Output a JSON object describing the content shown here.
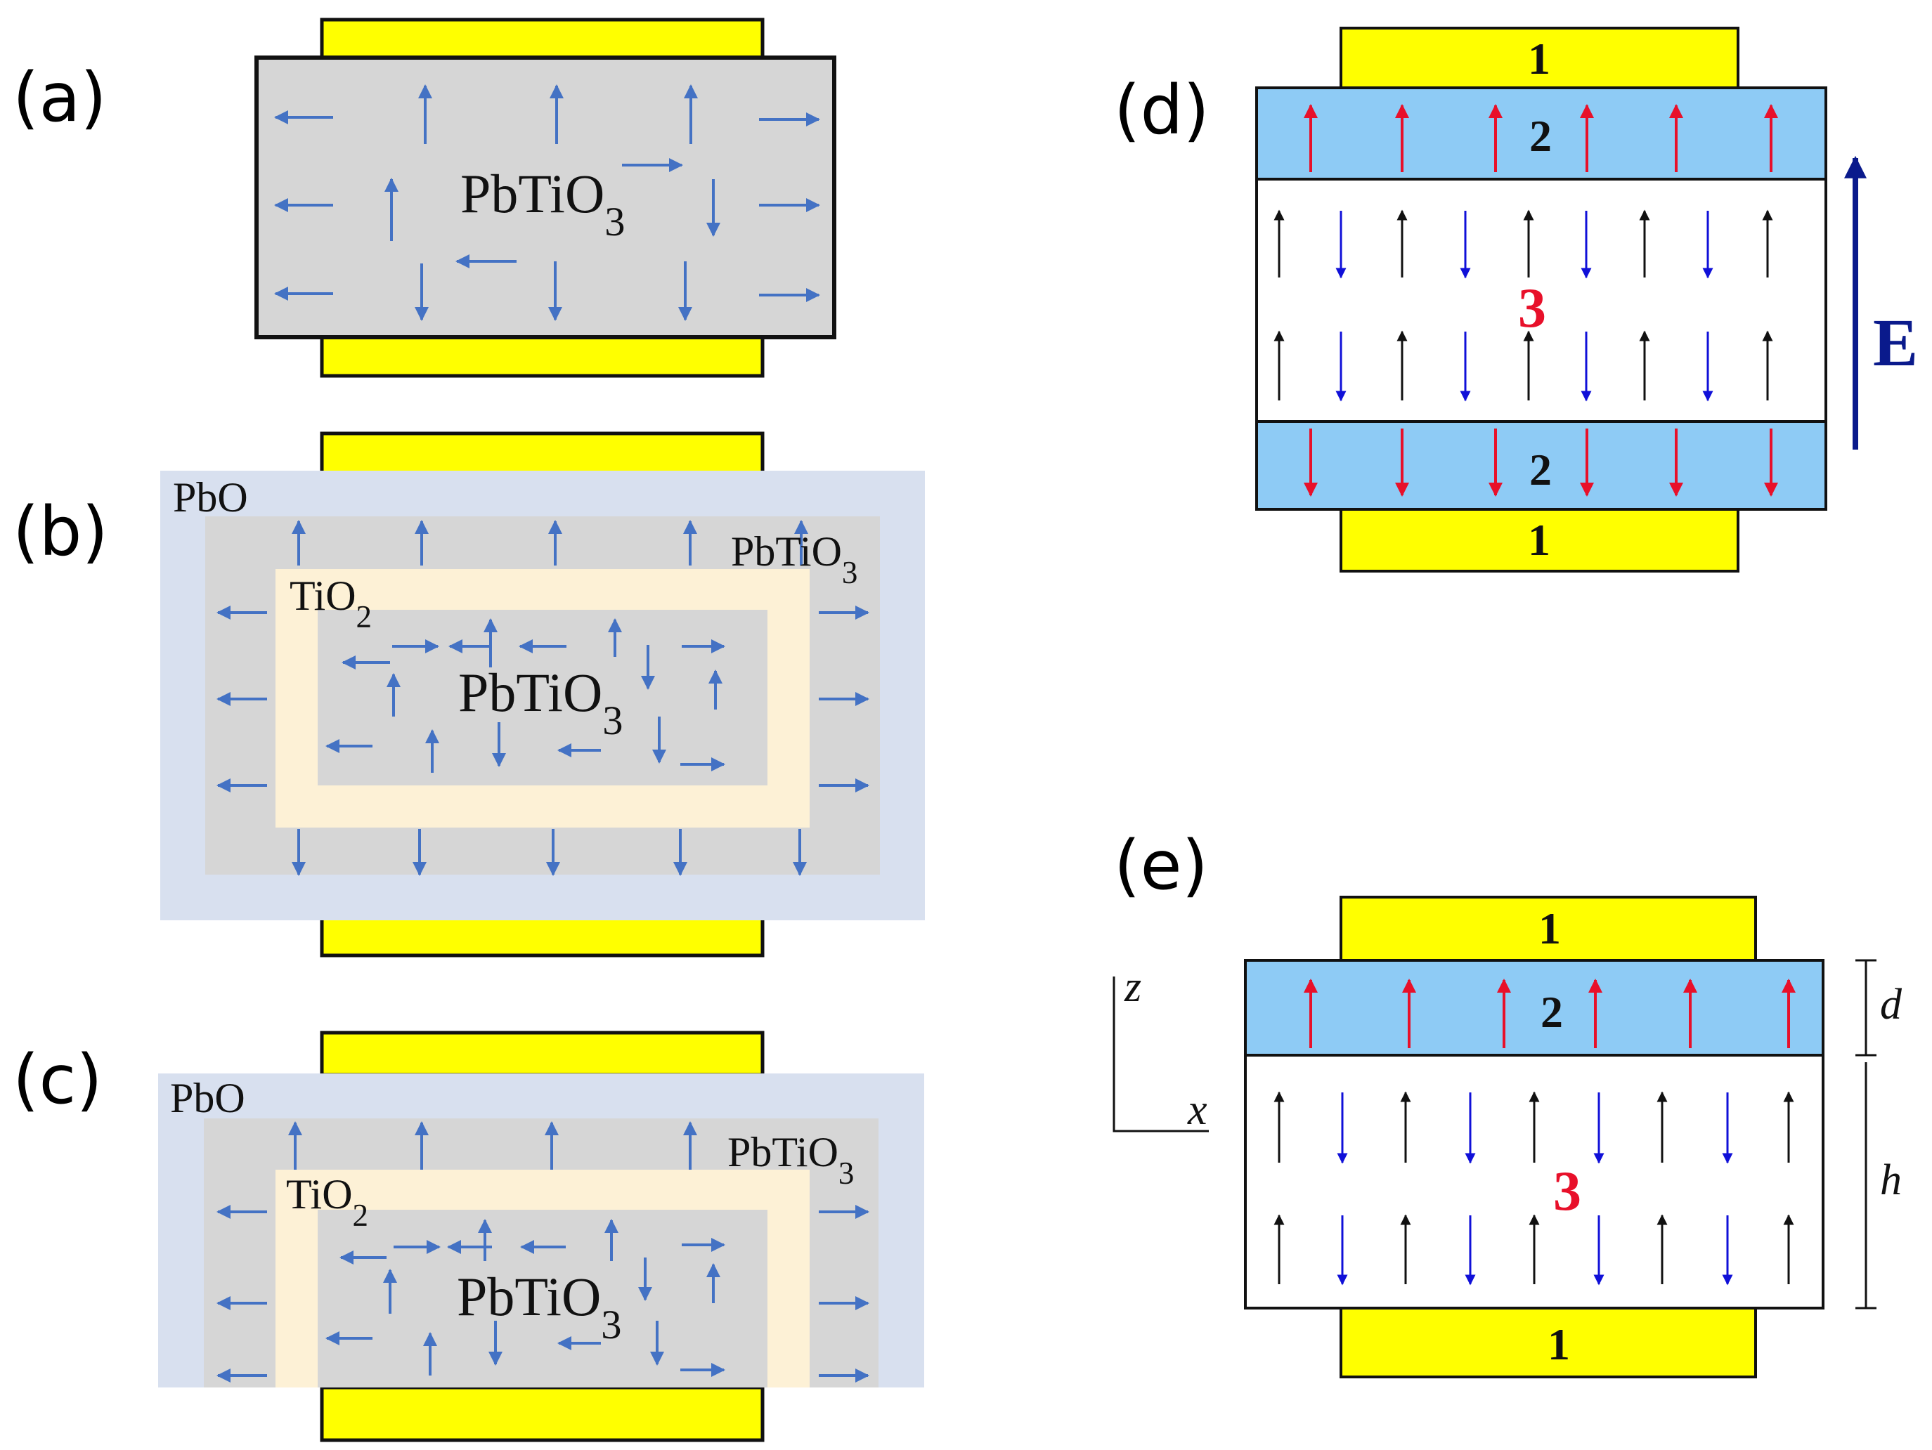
{
  "panels": {
    "a": {
      "label": "(a)",
      "material": "PbTiO3"
    },
    "b": {
      "label": "(b)",
      "outer_layer": "PbO",
      "shell_material": "PbTiO3",
      "interlayer": "TiO2",
      "core_material": "PbTiO3"
    },
    "c": {
      "label": "(c)",
      "outer_layer": "PbO",
      "shell_material": "PbTiO3",
      "interlayer": "TiO2",
      "core_material": "PbTiO3"
    },
    "d": {
      "label": "(d)",
      "electrode_label": "1",
      "surface_layer_label": "2",
      "bulk_label": "3",
      "field_label": "E"
    },
    "e": {
      "label": "(e)",
      "electrode_label": "1",
      "surface_layer_label": "2",
      "bulk_label": "3",
      "axis_z": "z",
      "axis_x": "x",
      "thickness_d": "d",
      "thickness_h": "h"
    }
  },
  "colors": {
    "electrode": "#ffff00",
    "pbtio3": "#d6d6d6",
    "pbo": "#d8e0ef",
    "tio2": "#fdf1d6",
    "surface_layer": "#8ecbf5",
    "arrow_blue_light": "#4472c4",
    "arrow_red": "#e8102a",
    "arrow_blue": "#1010d8",
    "arrow_black": "#111111",
    "field_arrow": "#0a1a8c"
  }
}
